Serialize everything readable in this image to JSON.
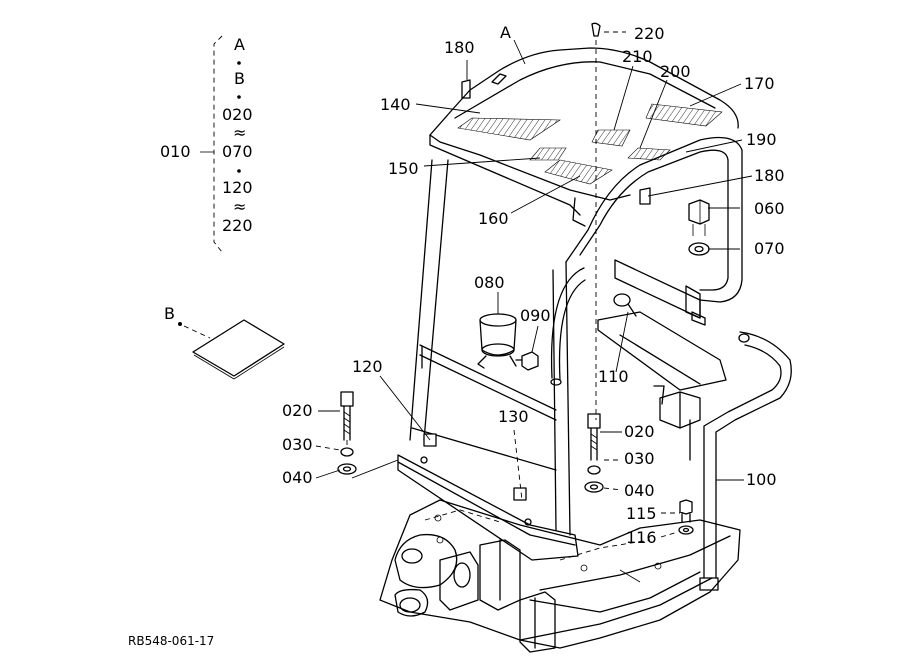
{
  "figure_id": "RB548-061-17",
  "legend": {
    "group_label": "010",
    "items": [
      "A",
      "•",
      "B",
      "•",
      "020",
      "≈",
      "070",
      "•",
      "120",
      "≈",
      "220"
    ]
  },
  "callouts": {
    "A": "A",
    "B": "B",
    "c220": "220",
    "c210": "210",
    "c200": "200",
    "c170": "170",
    "c180a": "180",
    "c140": "140",
    "c190": "190",
    "c150": "150",
    "c180b": "180",
    "c160": "160",
    "c060": "060",
    "c070": "070",
    "c080": "080",
    "c090": "090",
    "c110": "110",
    "c120": "120",
    "c020a": "020",
    "c030a": "030",
    "c040a": "040",
    "c130": "130",
    "c020b": "020",
    "c030b": "030",
    "c040b": "040",
    "c100": "100",
    "c115": "115",
    "c116": "116"
  }
}
